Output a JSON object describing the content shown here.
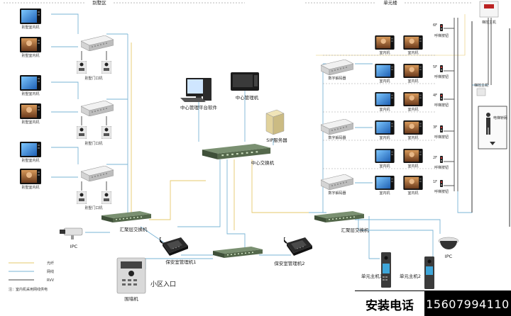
{
  "zones": {
    "villa": "别墅区",
    "unit": "单元楼"
  },
  "villa": {
    "indoor_label": "别墅室内机",
    "door_label": "别墅门口机"
  },
  "building": {
    "indoor_label": "室内机",
    "ladder_label": "呼梯按钮",
    "decoder_label": "数字解码器",
    "floors": [
      "6F",
      "5F",
      "4F",
      "3F",
      "2F",
      "1F"
    ],
    "elevator_ctrl": "梯控主机",
    "elevator_ctrl2": "梯控主机",
    "car_label": "电梯轿厢"
  },
  "center": {
    "pc": "中心管理平台软件",
    "manager": "中心管理机",
    "sip": "SIP服务器",
    "core_switch": "中心交换机"
  },
  "bottom": {
    "left_switch": "汇聚层交换机",
    "right_switch": "汇聚层交换机",
    "ipc_left": "IPC",
    "ipc_right": "IPC",
    "guard1": "保安室管理机1",
    "guard2": "保安室管理机2",
    "entrance": "小区入口",
    "wall_unit": "围墙机",
    "unit_host1": "单元主机1",
    "unit_host2": "单元主机2"
  },
  "legend": {
    "fiber": "光纤",
    "network": "网线",
    "rvv": "RVV",
    "note": "注：室内机采用网线供电"
  },
  "colors": {
    "fiber": "#e6c86b",
    "network": "#7ab4d6",
    "rvv": "#444444"
  },
  "banner": {
    "caption": "安装电话",
    "phone": "15607994110"
  }
}
